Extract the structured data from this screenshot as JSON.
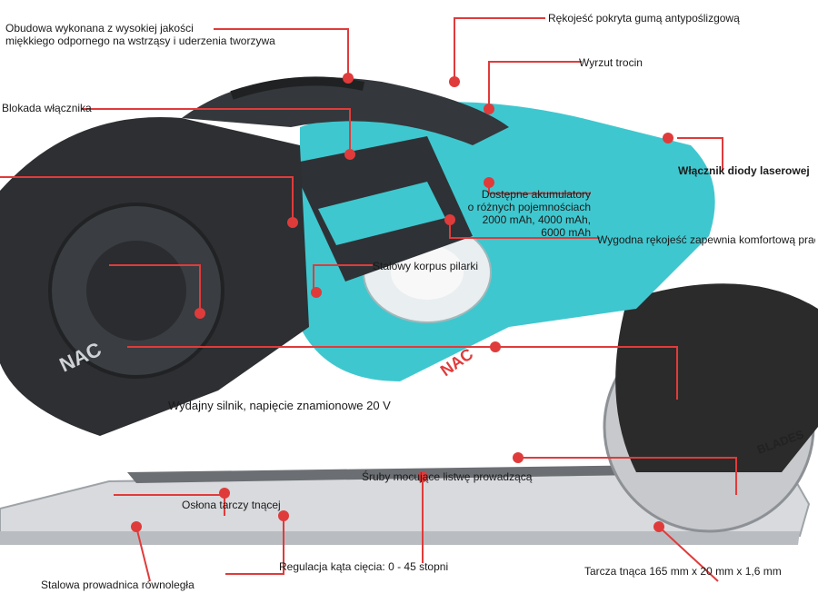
{
  "labels": {
    "housing": "Obudowa wykonana z wysokiej jakości\nmiękkiego odpornego na wstrząsy i uderzenia tworzywa",
    "grip": "Rękojeść pokryta gumą antypoślizgową",
    "dust": "Wyrzut trocin",
    "lock": "Blokada włącznika",
    "laser": "Włącznik diody laserowej",
    "battery": "Dostępne akumulatory\no różnych pojemnościach\n2000 mAh, 4000 mAh,\n6000 mAh",
    "handle": "Wygodna rękojeść zapewnia komfortową pracę",
    "body": "Stalowy korpus pilarki",
    "motor": "Wydajny silnik, napięcie znamionowe 20 V",
    "screws": "Śruby mocujące listwę prowadzącą",
    "guard": "Osłona tarczy tnącej",
    "angle": "Regulacja kąta cięcia: 0 - 45 stopni",
    "rail": "Stalowa prowadnica równoległa",
    "blade": "Tarcza tnąca 165 mm x 20 mm x 1,6 mm"
  },
  "branding": {
    "brand": "NAC",
    "blade_text": "BLADES"
  },
  "colors": {
    "accent": "#e03b3b",
    "teal": "#3fc7cf",
    "dark": "#2b2b2b"
  }
}
